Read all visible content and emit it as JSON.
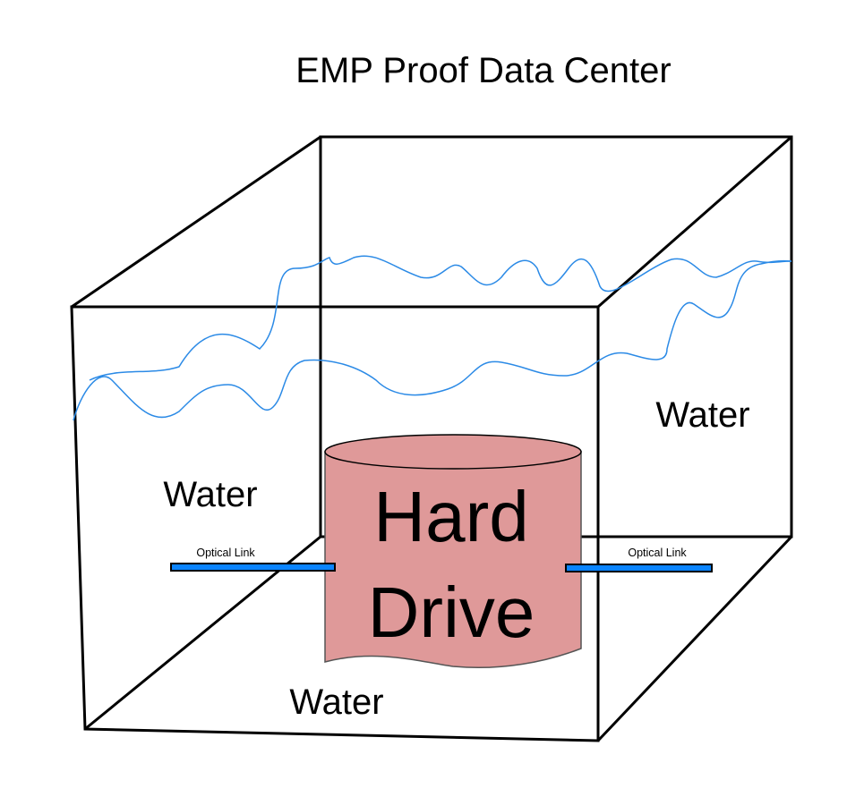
{
  "title": "EMP Proof Data Center",
  "labels": {
    "water_left": "Water",
    "water_right": "Water",
    "water_bottom": "Water",
    "hard_drive_line1": "Hard",
    "hard_drive_line2": "Drive",
    "optical_link_left": "Optical Link",
    "optical_link_right": "Optical Link"
  },
  "colors": {
    "drive_fill": "#df9999",
    "link_fill": "#0a84ff",
    "water_line": "#2b8ae6"
  }
}
